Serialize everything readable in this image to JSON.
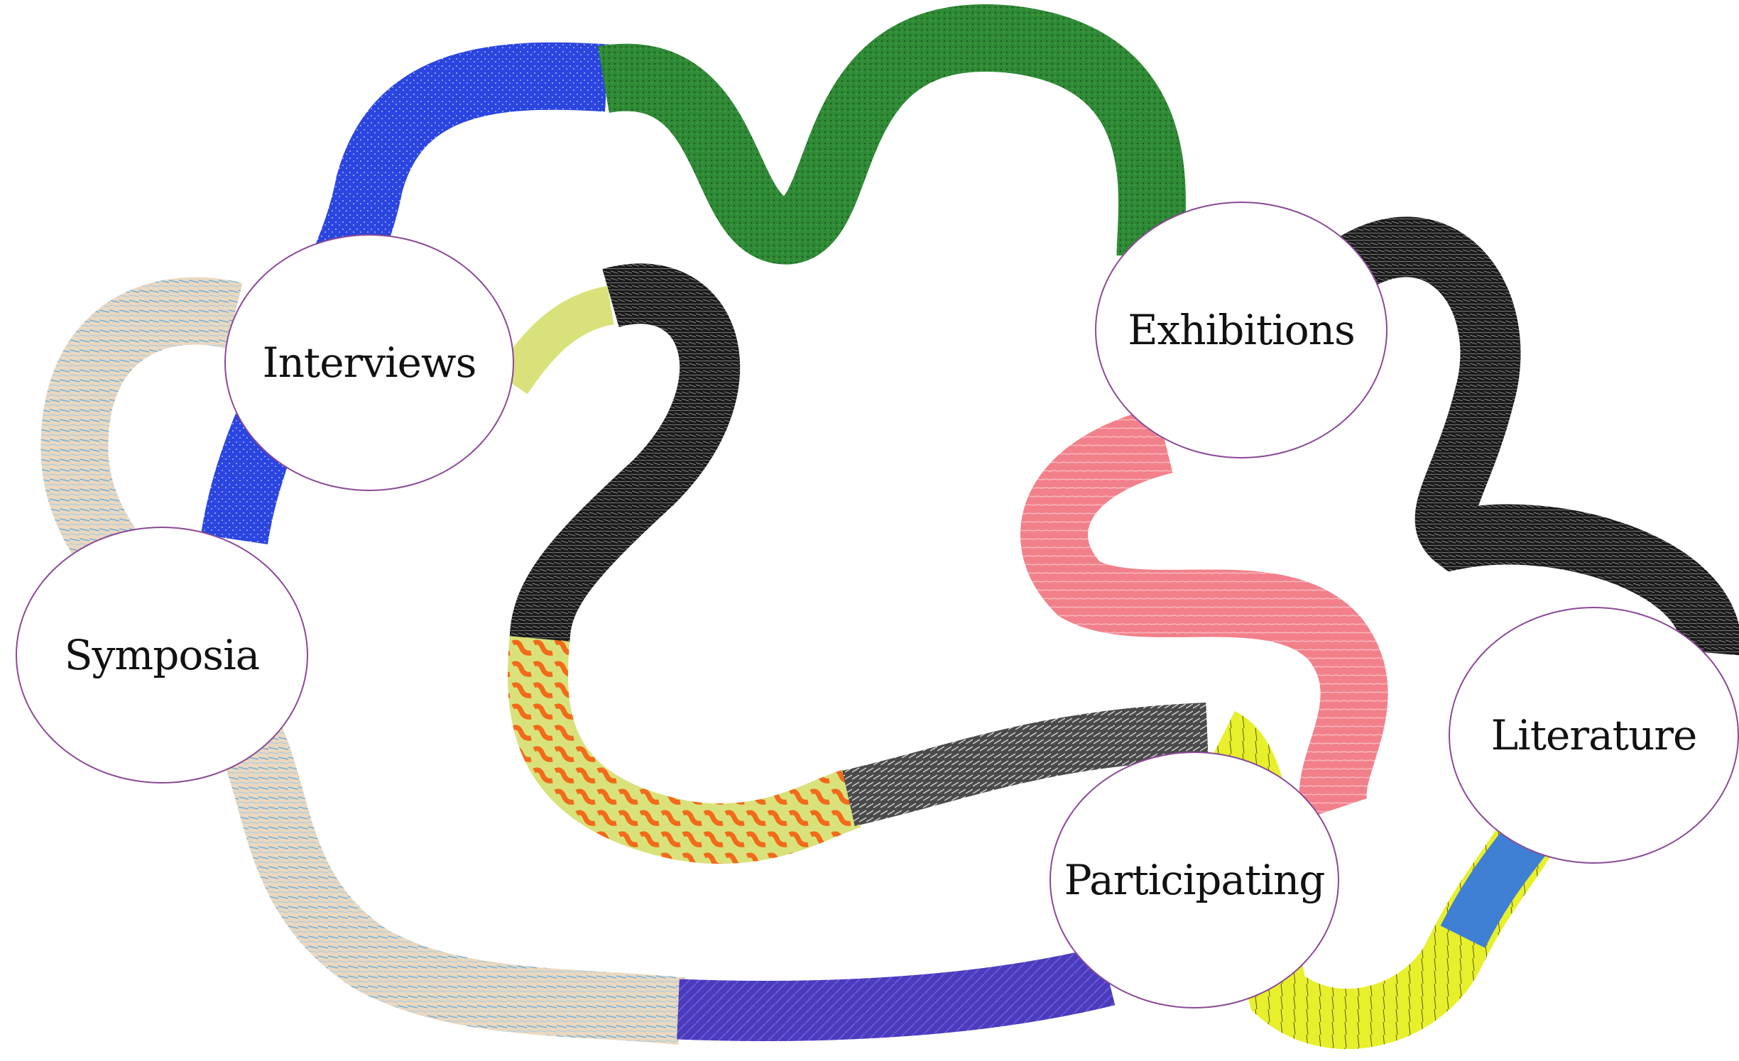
{
  "diagram": {
    "nodes": [
      {
        "id": "interviews",
        "label": "Interviews"
      },
      {
        "id": "exhibitions",
        "label": "Exhibitions"
      },
      {
        "id": "symposia",
        "label": "Symposia"
      },
      {
        "id": "literature",
        "label": "Literature"
      },
      {
        "id": "participating",
        "label": "Participating"
      }
    ],
    "colors": {
      "blue": "#2a45e0",
      "green": "#2f8a35",
      "sand": "#e8d6bf",
      "sky": "#4a9cd0",
      "black": "#1a1a1a",
      "pink": "#f2808a",
      "yellow": "#e7f02a",
      "orange": "#f26a1a",
      "lime": "#d8e67a",
      "purple": "#4b3bbd",
      "grey": "#5a5a5a",
      "node_border": "#8a4a96"
    }
  }
}
